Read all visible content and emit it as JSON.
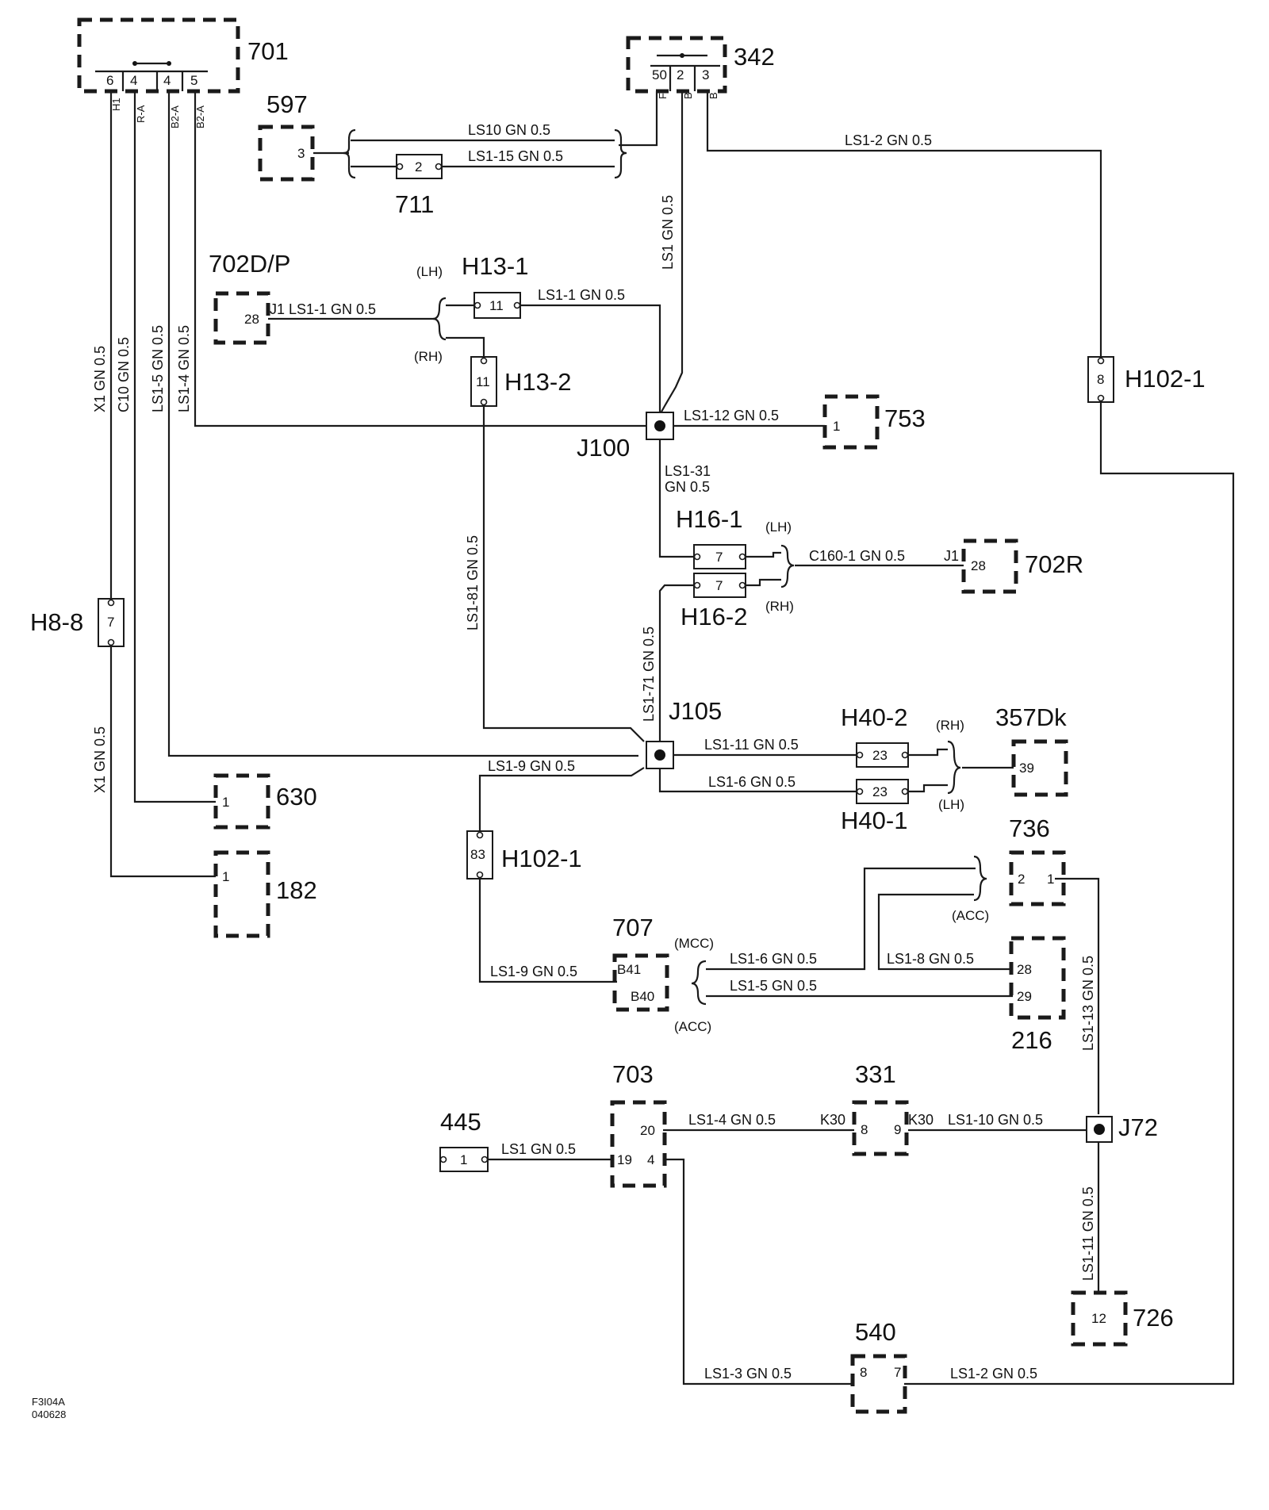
{
  "components": {
    "c701": "701",
    "c342": "342",
    "c597": "597",
    "c711": "711",
    "c702dp": "702D/P",
    "h13_1": "H13-1",
    "h13_2": "H13-2",
    "j100": "J100",
    "c753": "753",
    "h102_1_top": "H102-1",
    "h16_1": "H16-1",
    "h16_2": "H16-2",
    "c702r": "702R",
    "h8_8": "H8-8",
    "j105": "J105",
    "h40_2": "H40-2",
    "h40_1": "H40-1",
    "c357dk": "357Dk",
    "c630": "630",
    "c182": "182",
    "h102_1_mid": "H102-1",
    "c736": "736",
    "c707": "707",
    "c216": "216",
    "c703": "703",
    "c331": "331",
    "j72": "J72",
    "c445": "445",
    "c726": "726",
    "c540": "540"
  },
  "pins": {
    "p701_6": "6",
    "p701_4a": "4",
    "p701_4b": "4",
    "p701_5": "5",
    "p342_50": "50",
    "p342_2": "2",
    "p342_3": "3",
    "p597": "3",
    "p711": "2",
    "p702dp": "28",
    "p_h13_1": "11",
    "p_h13_2": "11",
    "p753": "1",
    "p_h102_top": "8",
    "p_h16_1": "7",
    "p_h16_2": "7",
    "p702r": "28",
    "p_h8_8": "7",
    "p_h40_2": "23",
    "p_h40_1": "23",
    "p357dk": "39",
    "p630": "1",
    "p182": "1",
    "p_h102_mid": "83",
    "p736_2": "2",
    "p736_1": "1",
    "p707_b41": "B41",
    "p707_b40": "B40",
    "p216_28": "28",
    "p216_29": "29",
    "p703_20": "20",
    "p703_19": "19",
    "p703_4": "4",
    "p331_8": "8",
    "p331_9": "9",
    "p445": "1",
    "p726": "12",
    "p540_8": "8",
    "p540_7": "7"
  },
  "pin_names": {
    "n701_h1": "H1",
    "n701_ra": "R-A",
    "n701_b2a_1": "B2-A",
    "n701_b2a_2": "B2-A",
    "n342_f": "F",
    "n342_b1": "B",
    "n342_b2": "B"
  },
  "wires": {
    "ls10": "LS10  GN  0.5",
    "ls1_15": "LS1-15 GN  0.5",
    "ls1_2_top": "LS1-2  GN  0.5",
    "ls1_vert": "LS1  GN  0.5",
    "j1_ls1_1": "J1  LS1-1  GN  0.5",
    "ls1_1": "LS1-1  GN  0.5",
    "x1_top": "X1  GN  0.5",
    "c10": "C10  GN  0.5",
    "ls1_5_v": "LS1-5  GN  0.5",
    "ls1_4_v": "LS1-4  GN  0.5",
    "ls1_12": "LS1-12  GN  0.5",
    "ls1_31_a": "LS1-31",
    "ls1_31_b": "GN  0.5",
    "c160_1": "C160-1  GN  0.5",
    "j1_702r": "J1",
    "ls1_81": "LS1-81  GN  0.5",
    "ls1_71": "LS1-71  GN  0.5",
    "ls1_11_h": "LS1-11   GN  0.5",
    "ls1_6_h": "LS1-6   GN  0.5",
    "ls1_9_top": "LS1-9   GN  0.5",
    "x1_bottom": "X1  GN  0.5",
    "ls1_9_bot": "LS1-9  GN  0.5",
    "ls1_6_707": "LS1-6   GN  0.5",
    "ls1_8": "LS1-8   GN  0.5",
    "ls1_5_707": "LS1-5   GN  0.5",
    "ls1_13": "LS1-13  GN  0.5",
    "ls1_4_h": "LS1-4   GN  0.5",
    "k30_a": "K30",
    "k30_b": "K30",
    "ls1_10": "LS1-10  GN  0.5",
    "ls1_445": "LS1  GN  0.5",
    "ls1_11_v": "LS1-11  GN  0.5",
    "ls1_3": "LS1-3   GN  0.5",
    "ls1_2_bot": "LS1-2   GN  0.5"
  },
  "variants": {
    "lh1": "(LH)",
    "rh1": "(RH)",
    "lh2": "(LH)",
    "rh2": "(RH)",
    "rh3": "(RH)",
    "lh3": "(LH)",
    "acc1": "(ACC)",
    "mcc": "(MCC)",
    "acc2": "(ACC)"
  },
  "footer": {
    "code": "F3I04A",
    "date": "040628"
  }
}
